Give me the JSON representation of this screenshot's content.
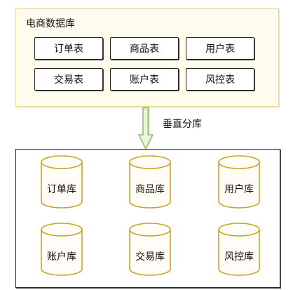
{
  "top_panel": {
    "title": "电商数据库",
    "tables": [
      "订单表",
      "商品表",
      "用户表",
      "交易表",
      "账户表",
      "风控表"
    ]
  },
  "arrow": {
    "label": "垂直分库",
    "color": "#8fbf6a"
  },
  "bottom_panel": {
    "databases": [
      "订单库",
      "商品库",
      "用户库",
      "账户库",
      "交易库",
      "风控库"
    ]
  },
  "colors": {
    "panel_fill": "#fffbee",
    "cylinder_stroke": "#c9a227",
    "cylinder_fill": "#fffdf6"
  }
}
